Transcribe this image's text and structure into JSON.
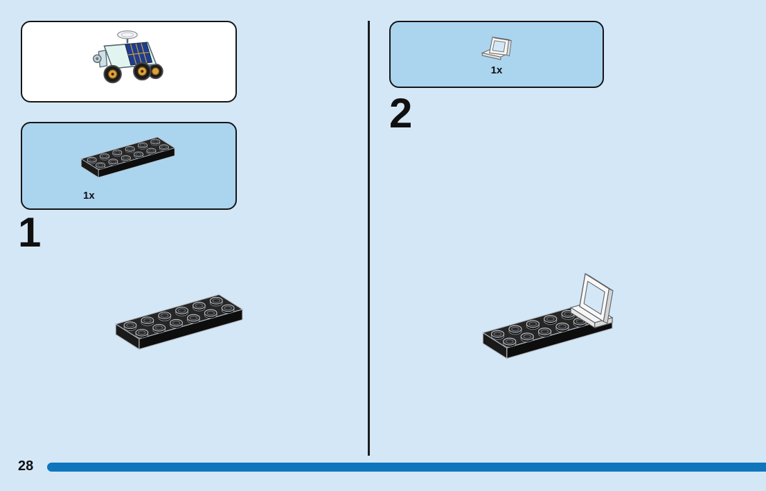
{
  "page": {
    "number": "28"
  },
  "preview": {
    "icon": "rover-model-icon"
  },
  "steps": [
    {
      "number": "1",
      "part_count": "1x",
      "part": "black-plate-2x6-icon"
    },
    {
      "number": "2",
      "part_count": "1x",
      "part": "white-bracket-1x2-icon"
    }
  ],
  "colors": {
    "background": "#d4e7f6",
    "panel_fill": "#abd4ef",
    "progress_bar": "#0f75bc",
    "outline": "#141414"
  }
}
